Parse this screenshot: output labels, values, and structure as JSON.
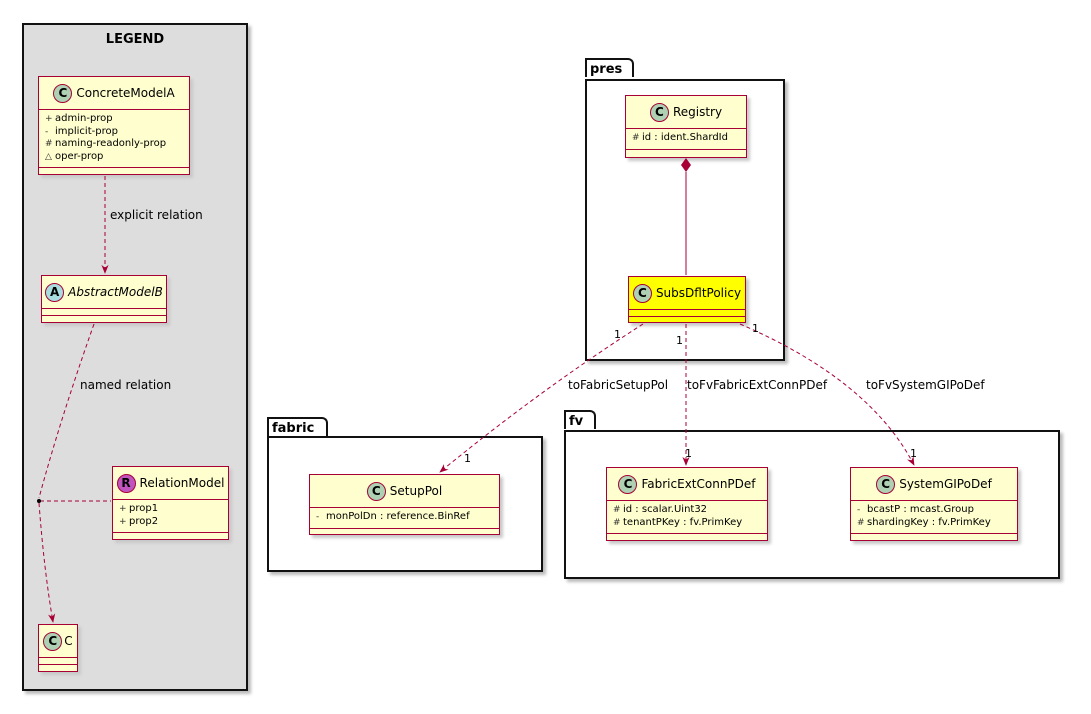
{
  "legend": {
    "title": "LEGEND",
    "concrete": {
      "name": "ConcreteModelA",
      "badge": "C",
      "attrs": [
        {
          "vis": "+",
          "text": "admin-prop"
        },
        {
          "vis": "-",
          "text": "implicit-prop"
        },
        {
          "vis": "#",
          "text": "naming-readonly-prop"
        },
        {
          "vis": "△",
          "text": "oper-prop"
        }
      ]
    },
    "abstract": {
      "name": "AbstractModelB",
      "badge": "A"
    },
    "relation": {
      "name": "RelationModel",
      "badge": "R",
      "attrs": [
        {
          "vis": "+",
          "text": "prop1"
        },
        {
          "vis": "+",
          "text": "prop2"
        }
      ]
    },
    "c": {
      "name": "C",
      "badge": "C"
    },
    "explicit_label": "explicit relation",
    "named_label": "named relation"
  },
  "packages": {
    "pres": {
      "name": "pres"
    },
    "fabric": {
      "name": "fabric"
    },
    "fv": {
      "name": "fv"
    }
  },
  "classes": {
    "registry": {
      "name": "Registry",
      "badge": "C",
      "attrs": [
        {
          "vis": "#",
          "text": "id : ident.ShardId"
        }
      ]
    },
    "subs": {
      "name": "SubsDfltPolicy",
      "badge": "C"
    },
    "setup": {
      "name": "SetupPol",
      "badge": "C",
      "attrs": [
        {
          "vis": "-",
          "text": "monPolDn : reference.BinRef"
        }
      ]
    },
    "fabricext": {
      "name": "FabricExtConnPDef",
      "badge": "C",
      "attrs": [
        {
          "vis": "#",
          "text": "id : scalar.Uint32"
        },
        {
          "vis": "#",
          "text": "tenantPKey : fv.PrimKey"
        }
      ]
    },
    "systemgipo": {
      "name": "SystemGIPoDef",
      "badge": "C",
      "attrs": [
        {
          "vis": "-",
          "text": "bcastP : mcast.Group"
        },
        {
          "vis": "#",
          "text": "shardingKey : fv.PrimKey"
        }
      ]
    }
  },
  "relations": {
    "to_setup": {
      "label": "toFabricSetupPol",
      "from_mult": "1",
      "to_mult": "1"
    },
    "to_fabricext": {
      "label": "toFvFabricExtConnPDef",
      "from_mult": "1",
      "to_mult": "1"
    },
    "to_systemgipo": {
      "label": "toFvSystemGIPoDef",
      "from_mult": "1",
      "to_mult": "1"
    }
  },
  "colors": {
    "class_fill": "#fefece",
    "class_border": "#a80036",
    "highlight_fill": "#ffff00",
    "legend_fill": "#dddddd"
  }
}
